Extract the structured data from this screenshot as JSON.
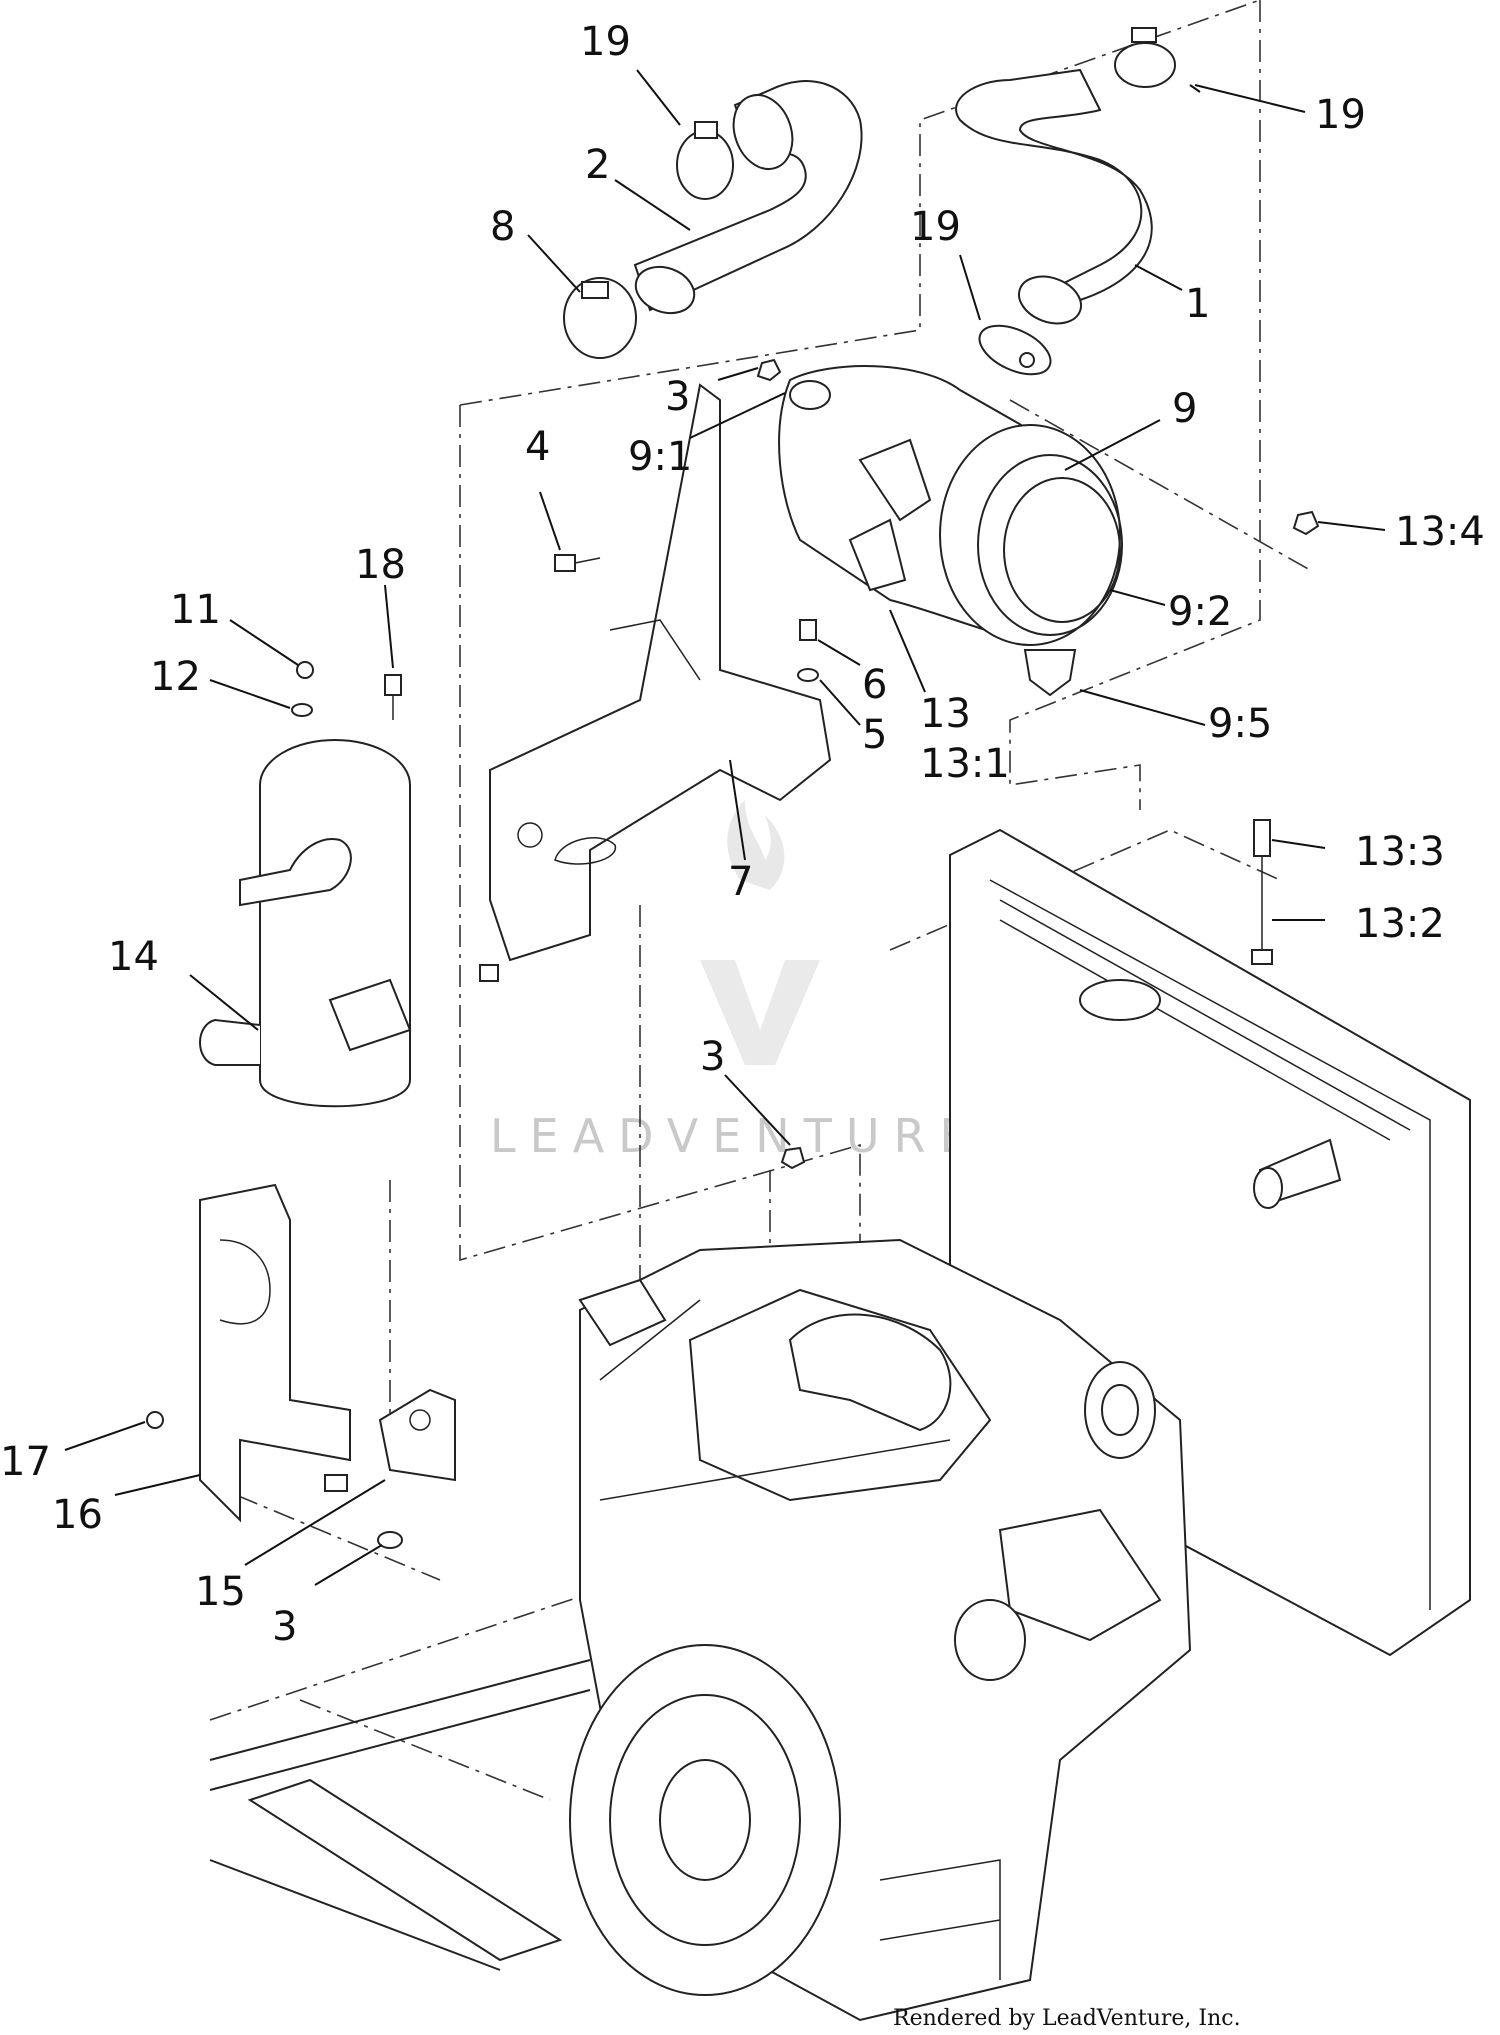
{
  "callouts": {
    "c19a": "19",
    "c19b": "19",
    "c19c": "19",
    "c2": "2",
    "c8": "8",
    "c1": "1",
    "c3a": "3",
    "c3b": "3",
    "c3c": "3",
    "c9_1": "9:1",
    "c9": "9",
    "c4": "4",
    "c13_4": "13:4",
    "c18": "18",
    "c11": "11",
    "c12": "12",
    "c9_2": "9:2",
    "c6": "6",
    "c5": "5",
    "c13": "13",
    "c13_1": "13:1",
    "c9_5": "9:5",
    "c7": "7",
    "c13_3": "13:3",
    "c13_2": "13:2",
    "c14": "14",
    "c17": "17",
    "c16": "16",
    "c15": "15"
  },
  "watermark": "LEADVENTURE",
  "credit": "Rendered by LeadVenture, Inc."
}
